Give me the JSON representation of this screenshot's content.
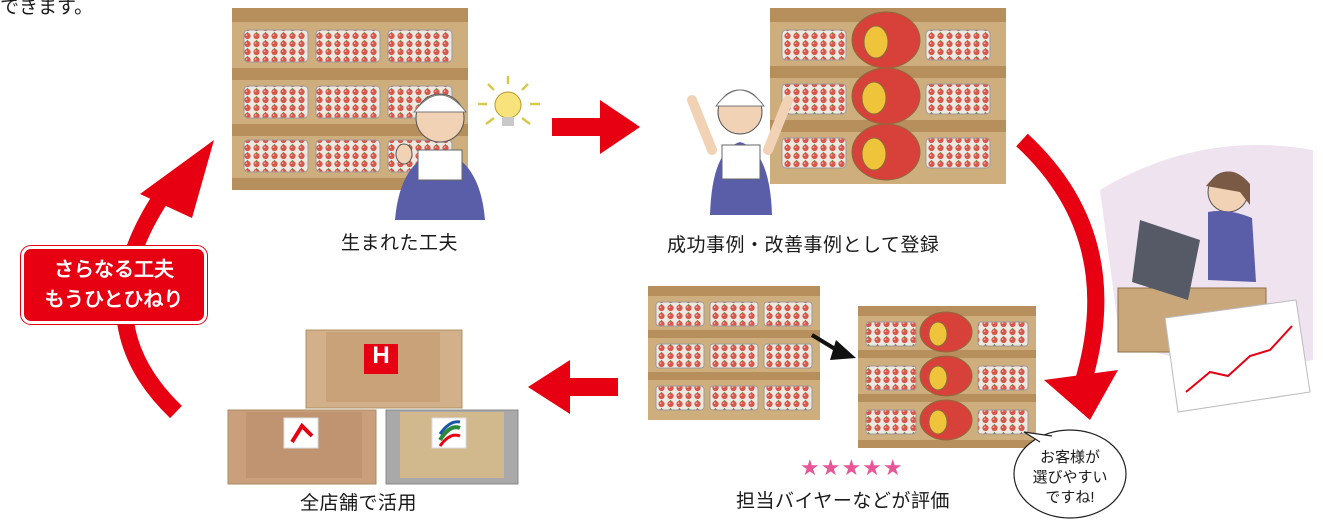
{
  "top_fragment": "できます。",
  "colors": {
    "accent_red": "#e60012",
    "stars_pink": "#e8569a",
    "shelf_wood": "#d8b98a",
    "tray": "#e8e6e1"
  },
  "steps": {
    "created": {
      "caption": "生まれた工夫"
    },
    "registered": {
      "caption": "成功事例・改善事例として登録"
    },
    "evaluated": {
      "caption": "担当バイヤーなどが評価",
      "stars": "★★★★★"
    },
    "rollout": {
      "caption": "全店舗で活用"
    }
  },
  "badge": {
    "line1": "さらなる工夫",
    "line2": "もうひとひねり"
  },
  "speech_bubble": {
    "line1": "お客様が",
    "line2": "選びやすい",
    "line3": "ですね!"
  },
  "store_logos": {
    "top_letter": "H"
  },
  "icons": [
    "lightbulb-icon",
    "arrow-right-icon",
    "arrow-left-icon",
    "curved-arrow-icon",
    "star-icon",
    "line-chart-icon",
    "store-icon"
  ]
}
